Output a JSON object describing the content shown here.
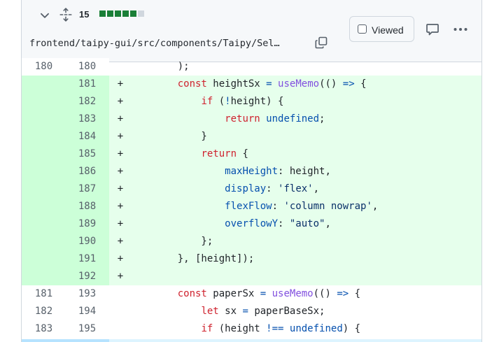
{
  "header": {
    "changes_count": "15",
    "diffstat": [
      "#1a7f37",
      "#1a7f37",
      "#1a7f37",
      "#1a7f37",
      "#1a7f37",
      "#d0d7de"
    ],
    "file_path": "frontend/taipy-gui/src/components/Taipy/Sel…",
    "viewed_label": "Viewed",
    "icons": {
      "collapse": "chevron-down-icon",
      "expand": "unfold-icon",
      "copy": "copy-icon",
      "comment": "comment-icon",
      "more": "kebab-horizontal-icon"
    }
  },
  "colors": {
    "addition_bg": "#e6ffec",
    "addition_num_bg": "#ccffd8",
    "keyword": "#cf222e",
    "function": "#8250df",
    "constant": "#0550ae",
    "string": "#0a3069"
  },
  "lines": [
    {
      "old": "180",
      "new": "180",
      "sign": "",
      "tokens": [
        {
          "t": "    );",
          "c": ""
        }
      ]
    },
    {
      "old": "",
      "new": "181",
      "sign": "+",
      "tokens": [
        {
          "t": "    ",
          "c": ""
        },
        {
          "t": "const",
          "c": "k"
        },
        {
          "t": " heightSx ",
          "c": ""
        },
        {
          "t": "=",
          "c": "c"
        },
        {
          "t": " ",
          "c": ""
        },
        {
          "t": "useMemo",
          "c": "f"
        },
        {
          "t": "(() ",
          "c": ""
        },
        {
          "t": "=>",
          "c": "c"
        },
        {
          "t": " {",
          "c": ""
        }
      ]
    },
    {
      "old": "",
      "new": "182",
      "sign": "+",
      "tokens": [
        {
          "t": "        ",
          "c": ""
        },
        {
          "t": "if",
          "c": "k"
        },
        {
          "t": " (",
          "c": ""
        },
        {
          "t": "!",
          "c": "c"
        },
        {
          "t": "height) {",
          "c": ""
        }
      ]
    },
    {
      "old": "",
      "new": "183",
      "sign": "+",
      "tokens": [
        {
          "t": "            ",
          "c": ""
        },
        {
          "t": "return",
          "c": "k"
        },
        {
          "t": " ",
          "c": ""
        },
        {
          "t": "undefined",
          "c": "c"
        },
        {
          "t": ";",
          "c": ""
        }
      ]
    },
    {
      "old": "",
      "new": "184",
      "sign": "+",
      "tokens": [
        {
          "t": "        }",
          "c": ""
        }
      ]
    },
    {
      "old": "",
      "new": "185",
      "sign": "+",
      "tokens": [
        {
          "t": "        ",
          "c": ""
        },
        {
          "t": "return",
          "c": "k"
        },
        {
          "t": " {",
          "c": ""
        }
      ]
    },
    {
      "old": "",
      "new": "186",
      "sign": "+",
      "tokens": [
        {
          "t": "            ",
          "c": ""
        },
        {
          "t": "maxHeight",
          "c": "p"
        },
        {
          "t": ": height,",
          "c": ""
        }
      ]
    },
    {
      "old": "",
      "new": "187",
      "sign": "+",
      "tokens": [
        {
          "t": "            ",
          "c": ""
        },
        {
          "t": "display",
          "c": "p"
        },
        {
          "t": ": ",
          "c": ""
        },
        {
          "t": "'flex'",
          "c": "s"
        },
        {
          "t": ",",
          "c": ""
        }
      ]
    },
    {
      "old": "",
      "new": "188",
      "sign": "+",
      "tokens": [
        {
          "t": "            ",
          "c": ""
        },
        {
          "t": "flexFlow",
          "c": "p"
        },
        {
          "t": ": ",
          "c": ""
        },
        {
          "t": "'column nowrap'",
          "c": "s"
        },
        {
          "t": ",",
          "c": ""
        }
      ]
    },
    {
      "old": "",
      "new": "189",
      "sign": "+",
      "tokens": [
        {
          "t": "            ",
          "c": ""
        },
        {
          "t": "overflowY",
          "c": "p"
        },
        {
          "t": ": ",
          "c": ""
        },
        {
          "t": "\"auto\"",
          "c": "s"
        },
        {
          "t": ",",
          "c": ""
        }
      ]
    },
    {
      "old": "",
      "new": "190",
      "sign": "+",
      "tokens": [
        {
          "t": "        };",
          "c": ""
        }
      ]
    },
    {
      "old": "",
      "new": "191",
      "sign": "+",
      "tokens": [
        {
          "t": "    }, [height]);",
          "c": ""
        }
      ]
    },
    {
      "old": "",
      "new": "192",
      "sign": "+",
      "tokens": []
    },
    {
      "old": "181",
      "new": "193",
      "sign": "",
      "tokens": [
        {
          "t": "    ",
          "c": ""
        },
        {
          "t": "const",
          "c": "k"
        },
        {
          "t": " paperSx ",
          "c": ""
        },
        {
          "t": "=",
          "c": "c"
        },
        {
          "t": " ",
          "c": ""
        },
        {
          "t": "useMemo",
          "c": "f"
        },
        {
          "t": "(() ",
          "c": ""
        },
        {
          "t": "=>",
          "c": "c"
        },
        {
          "t": " {",
          "c": ""
        }
      ]
    },
    {
      "old": "182",
      "new": "194",
      "sign": "",
      "tokens": [
        {
          "t": "        ",
          "c": ""
        },
        {
          "t": "let",
          "c": "k"
        },
        {
          "t": " sx ",
          "c": ""
        },
        {
          "t": "=",
          "c": "c"
        },
        {
          "t": " paperBaseSx;",
          "c": ""
        }
      ]
    },
    {
      "old": "183",
      "new": "195",
      "sign": "",
      "tokens": [
        {
          "t": "        ",
          "c": ""
        },
        {
          "t": "if",
          "c": "k"
        },
        {
          "t": " (height ",
          "c": ""
        },
        {
          "t": "!==",
          "c": "c"
        },
        {
          "t": " ",
          "c": ""
        },
        {
          "t": "undefined",
          "c": "c"
        },
        {
          "t": ") {",
          "c": ""
        }
      ]
    }
  ]
}
